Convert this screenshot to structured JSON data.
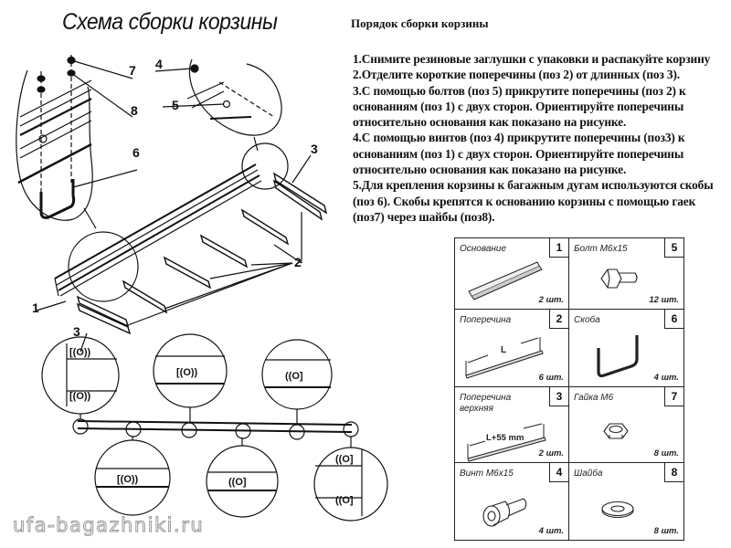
{
  "document": {
    "title": "Схема сборки корзины",
    "instructions": {
      "heading": "Порядок сборки корзины",
      "lines": [
        "1.Снимите резиновые заглушки с упаковки и распакуйте корзину",
        "2.Отделите короткие поперечины (поз 2) от длинных (поз 3).",
        "3.С помощью болтов (поз 5) прикрутите поперечины (поз 2) к",
        "основаниям (поз 1) с двух сторон. Ориентируйте поперечины",
        "относительно основания как показано на рисунке.",
        "4.С помощью винтов (поз 4) прикрутите поперечины (поз3) к",
        "основаниям (поз 1) с двух сторон. Ориентируйте поперечины",
        "относительно основания как показано на рисунке.",
        "5.Для крепления корзины к багажным дугам используются скобы",
        "(поз 6). Скобы крепятся к основанию корзины с помощью гаек",
        "(поз7) через шайбы (поз8)."
      ]
    },
    "drawing_callouts": [
      "7",
      "8",
      "6",
      "4",
      "5",
      "3",
      "2",
      "1",
      "3"
    ],
    "parts": [
      {
        "name": "Основание",
        "num": "1",
        "qty": "2 шт.",
        "icon": "base-rail-icon"
      },
      {
        "name": "Болт М6х15",
        "num": "5",
        "qty": "12 шт.",
        "icon": "hex-bolt-icon"
      },
      {
        "name": "Поперечина",
        "num": "2",
        "qty": "6 шт.",
        "icon": "crossbar-icon",
        "dim": "L"
      },
      {
        "name": "Скоба",
        "num": "6",
        "qty": "4 шт.",
        "icon": "u-bracket-icon"
      },
      {
        "name": "Поперечина верхняя",
        "num": "3",
        "qty": "2 шт.",
        "icon": "upper-crossbar-icon",
        "dim": "L+55 mm"
      },
      {
        "name": "Гайка М6",
        "num": "7",
        "qty": "8 шт.",
        "icon": "hex-nut-icon"
      },
      {
        "name": "Винт М6х15",
        "num": "4",
        "qty": "4 шт.",
        "icon": "socket-screw-icon"
      },
      {
        "name": "Шайба",
        "num": "8",
        "qty": "8 шт.",
        "icon": "washer-icon"
      }
    ],
    "watermark": "ufa-bagazhniki.ru"
  }
}
